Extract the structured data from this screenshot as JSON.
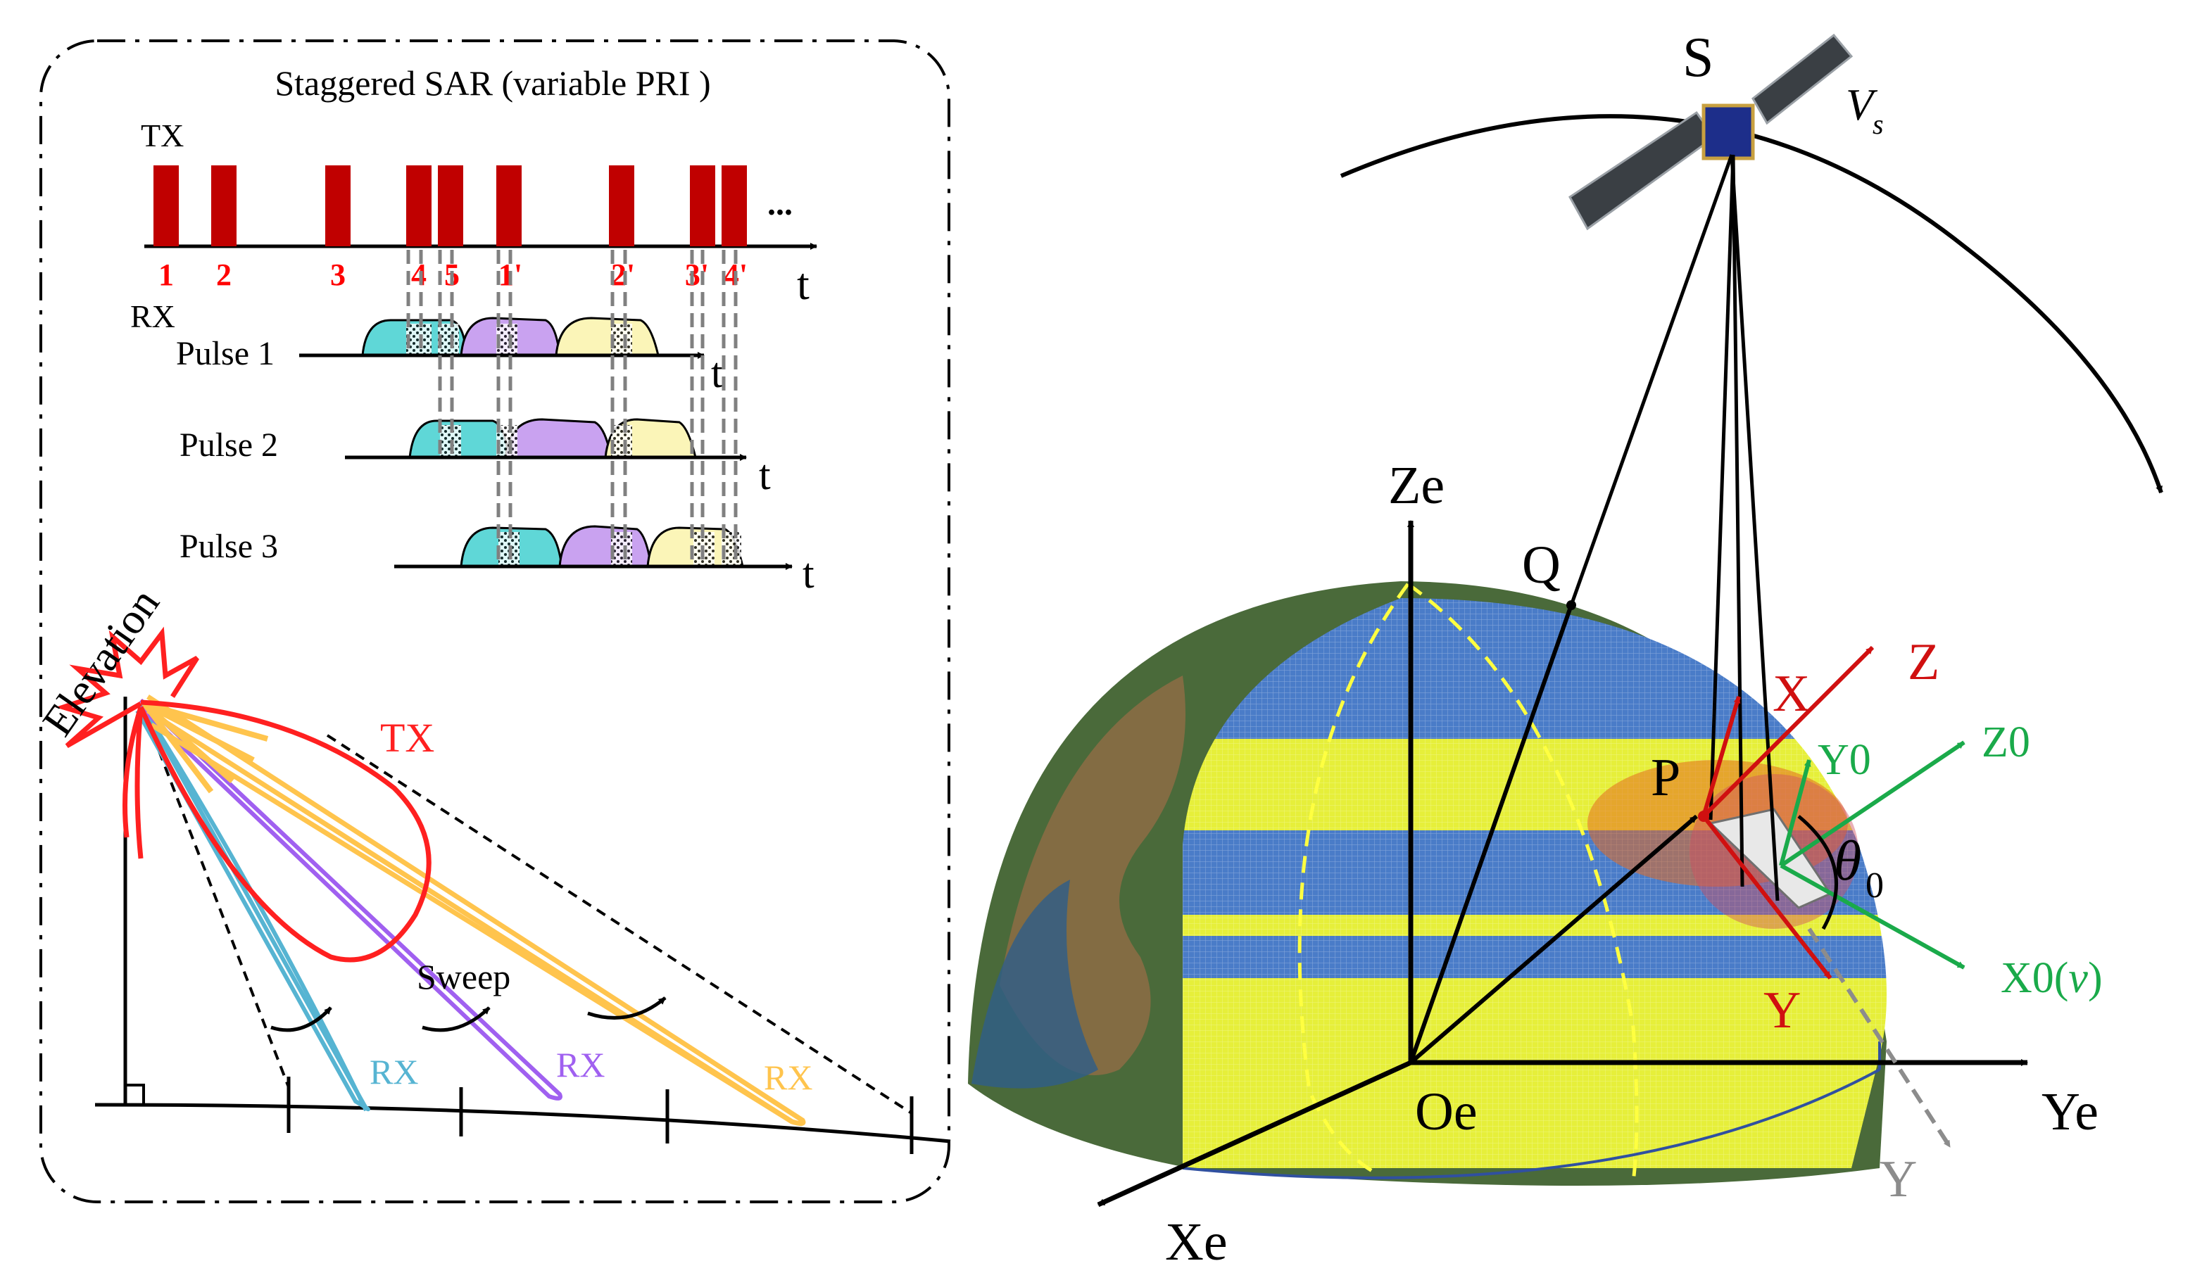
{
  "left_panel": {
    "title": "Staggered SAR (variable PRI )",
    "tx_label": "TX",
    "rx_label": "RX",
    "pulse_numbers": [
      "1",
      "2",
      "3",
      "4",
      "5",
      "1'",
      "2'",
      "3'",
      "4'"
    ],
    "ellipsis": "...",
    "t_label": "t",
    "pulse_labels": [
      "Pulse 1",
      "Pulse 2",
      "Pulse 3"
    ],
    "elevation_label": "Elevation",
    "tx_beam_label": "TX",
    "sweep_label": "Sweep",
    "rx_beam_labels": [
      "RX",
      "RX",
      "RX"
    ]
  },
  "right_panel": {
    "satellite_label": "S",
    "velocity_label": "V",
    "velocity_subscript": "s",
    "point_q": "Q",
    "point_p": "P",
    "earth_origin": "Oe",
    "earth_x": "Xe",
    "earth_y": "Ye",
    "earth_z": "Ze",
    "local_x": "X",
    "local_y": "Y",
    "local_z": "Z",
    "ship_x": "X0(",
    "ship_v": "v",
    "ship_x_close": ")",
    "ship_y": "Y0",
    "ship_z": "Z0",
    "theta": "θ",
    "theta_sub": "0",
    "ground_y": "Y"
  },
  "colors": {
    "tx_pulse": "#c00000",
    "pulse_number": "#ff0000",
    "rx_cyan": "#5fd7d7",
    "rx_violet": "#c9a2f0",
    "rx_yellow": "#fbf5b8",
    "beam_tx": "#ff2020",
    "beam_blue": "#56b4d2",
    "beam_purple": "#a060f0",
    "beam_yellow": "#ffc44d",
    "local_frame": "#d01010",
    "ship_frame": "#1aaa4a",
    "ground_projection": "#8c8c8c",
    "globe_blue": "#4a7cc8",
    "globe_yellow": "#e6ef3a"
  }
}
